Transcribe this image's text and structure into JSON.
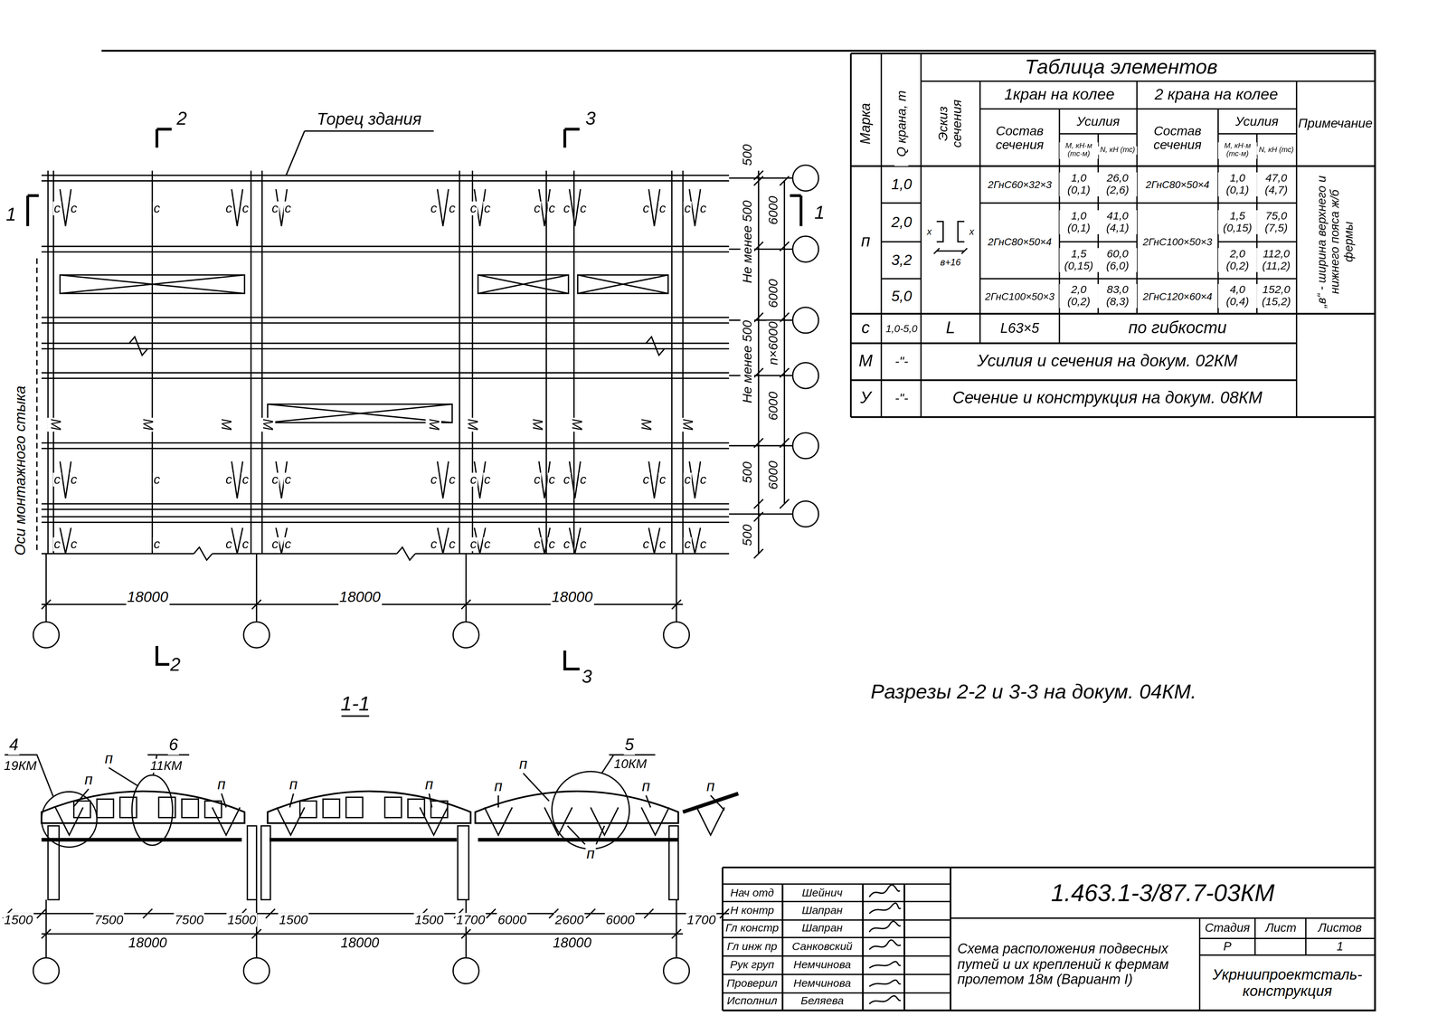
{
  "diagram": {
    "labels": [
      "Торец здания",
      "2",
      "3",
      "1",
      "1",
      "2",
      "3",
      "500",
      "6000",
      "Не менее 500",
      "6000",
      "n×6000",
      "Не менее 500",
      "6000",
      "500",
      "6000",
      "500",
      "Оси монтажного стыка",
      "18000",
      "18000",
      "18000",
      "с",
      "с",
      "с",
      "с",
      "с",
      "с",
      "с",
      "с",
      "с",
      "с",
      "с",
      "с",
      "с",
      "с",
      "с",
      "с",
      "с",
      "с",
      "с",
      "с",
      "с",
      "с",
      "с",
      "с",
      "с",
      "с",
      "с",
      "с",
      "с",
      "с",
      "с",
      "с",
      "с",
      "с",
      "с",
      "с",
      "с",
      "с",
      "с",
      "с",
      "с",
      "с",
      "с",
      "с",
      "с",
      "с",
      "с",
      "с",
      "с",
      "с",
      "с",
      "с",
      "с",
      "с",
      "с",
      "с",
      "с",
      "М",
      "М",
      "М",
      "М",
      "М",
      "М",
      "М",
      "М",
      "М",
      "М",
      "Разрезы 2-2 и 3-3 на докум. 04КМ.",
      "1-1",
      "4",
      "19КМ",
      "6",
      "11КМ",
      "5",
      "10КМ",
      "п",
      "п",
      "п",
      "п",
      "п",
      "п",
      "п",
      "п",
      "п",
      "п",
      "1500",
      "7500",
      "7500",
      "1500",
      "1500",
      "1500",
      "1700",
      "6000",
      "2600",
      "6000",
      "1700",
      "18000",
      "18000",
      "18000",
      "Таблица элементов",
      "Марка",
      "Q крана, т",
      "Эскиз сечения",
      "1кран на колее",
      "2 крана на колее",
      "Примечание",
      "Состав сечения",
      "Усилия",
      "M, кН·м (тс·м)",
      "N, кН (тс)",
      "Состав сечения",
      "Усилия",
      "M, кН·м (тс·м)",
      "N, кН (тс)",
      "п",
      "1,0",
      "2,0",
      "3,2",
      "5,0",
      "2ГнС60×32×3",
      "1,0 (0,1)",
      "26,0 (2,6)",
      "2ГнС80×50×4",
      "1,0 (0,1)",
      "47,0 (4,7)",
      "2ГнС80×50×4",
      "1,0 (0,1)",
      "41,0 (4,1)",
      "1,5 (0,15)",
      "60,0 (6,0)",
      "2ГнС100×50×3",
      "1,5 (0,15)",
      "75,0 (7,5)",
      "2,0 (0,2)",
      "112,0 (11,2)",
      "2ГнС100×50×3",
      "2,0 (0,2)",
      "83,0 (8,3)",
      "2ГнС120×60×4",
      "4,0 (0,4)",
      "152,0 (15,2)",
      "х",
      "х",
      "в+16",
      "„в“ - ширина верхнего и нижнего пояса ж/б фермы",
      "с",
      "1,0-5,0",
      "L",
      "L63×5",
      "по гибкости",
      "М",
      "-\"-",
      "Усилия и сечения на докум. 02КМ",
      "У",
      "-\"-",
      "Сечение и конструкция на докум. 08КМ",
      "Нач отд",
      "Н контр",
      "Гл констр",
      "Гл инж пр",
      "Рук груп",
      "Проверил",
      "Исполнил",
      "Шейнич",
      "Шапран",
      "Шапран",
      "Санковский",
      "Немчинова",
      "Немчинова",
      "Беляева",
      "1.463.1-3/87.7-03КМ",
      "Схема расположения подвесных путей и их креплений к фермам пролетом 18м (Вариант I)",
      "Стадия",
      "Лист",
      "Листов",
      "Р",
      "1",
      "Укрниипроектсталь- конструкция"
    ]
  }
}
